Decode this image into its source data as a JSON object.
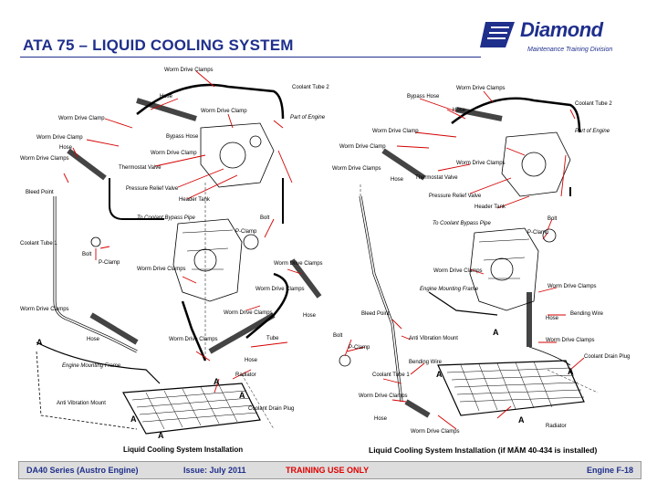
{
  "header": {
    "title": "ATA 75 – LIQUID COOLING SYSTEM",
    "logo_word": "Diamond",
    "logo_subtitle": "Maintenance Training Division"
  },
  "left_figure": {
    "caption": "Liquid Cooling System Installation",
    "callouts": [
      "Worm Drive Clamps",
      "Hose",
      "Coolant Tube 2",
      "Worm Drive Clamp",
      "Worm Drive Clamp",
      "Part of Engine",
      "Worm Drive Clamp",
      "Bypass Hose",
      "Hose",
      "Worm Drive Clamp",
      "Worm Drive Clamps",
      "Thermostat Valve",
      "Bleed Point",
      "Pressure Relief Valve",
      "Header Tank",
      "Bolt",
      "To Coolant Bypass Pipe",
      "P-Clamp",
      "Coolant Tube 1",
      "Bolt",
      "P-Clamp",
      "Worm Drive Clamps",
      "Worm Drive Clamps",
      "Worm Drive Clamps",
      "Worm Drive Clamps",
      "Worm Drive Clamps",
      "Hose",
      "Hose",
      "Worm Drive Clamps",
      "Tube",
      "Engine Mounting Frame",
      "Hose",
      "Radiator",
      "Anti Vibration Mount",
      "Coolant Drain Plug",
      "A",
      "A",
      "A",
      "A",
      "A"
    ]
  },
  "right_figure": {
    "caption": "Liquid Cooling System Installation (if MÄM 40-434 is installed)",
    "callouts": [
      "Worm Drive Clamps",
      "Bypass Hose",
      "Coolant Tube 2",
      "Hose",
      "Part of Engine",
      "Worm Drive Clamp",
      "Worm Drive Clamp",
      "Worm Drive Clamps",
      "Worm Drive Clamps",
      "Hose",
      "Thermostat Valve",
      "Pressure Relief Valve",
      "Header Tank",
      "To Coolant Bypass Pipe",
      "Bolt",
      "P-Clamp",
      "Worm Drive Clamps",
      "Engine Mounting Frame",
      "Worm Drive Clamps",
      "Bleed Point",
      "Bolt",
      "Anti Vibration Mount",
      "Hose",
      "Bending Wire",
      "P-Clamp",
      "Bending Wire",
      "Worm Drive Clamps",
      "Coolant Drain Plug",
      "Coolant Tube 1",
      "Worm Drive Clamps",
      "Hose",
      "Worm Drive Clamps",
      "Radiator",
      "A",
      "A",
      "A",
      "A"
    ]
  },
  "footer": {
    "series": "DA40 Series (Austro Engine)",
    "issue": "Issue: July 2011",
    "training": "TRAINING USE ONLY",
    "page": "Engine F-18"
  },
  "colors": {
    "title": "#1f2f8c",
    "training": "#e00000",
    "callout_arrow": "#d40000"
  }
}
